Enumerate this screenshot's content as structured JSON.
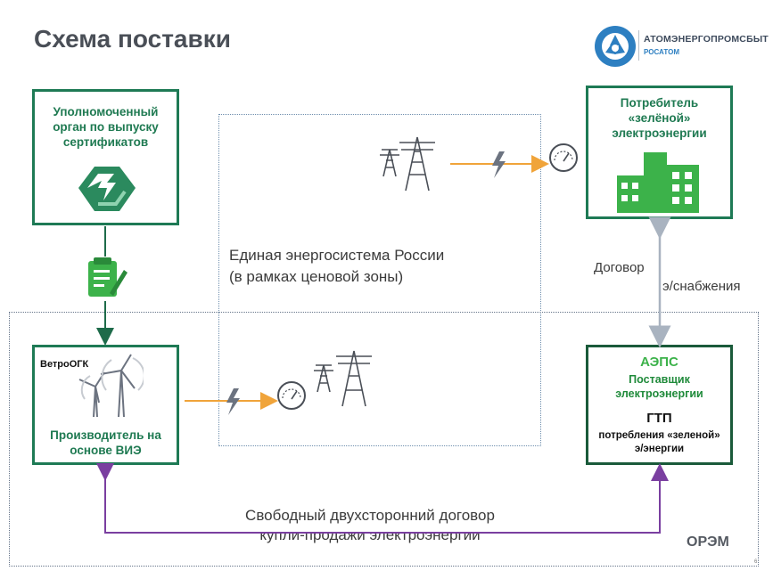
{
  "title": "Схема поставки",
  "logo": {
    "name": "АТОМЭНЕРГОПРОМСБЫТ",
    "sub": "РОСАТОМ",
    "icon": "rosatom-logo"
  },
  "cert_authority": {
    "label": "Уполномоченный орган по выпуску сертификатов",
    "icon": "certificate-authority-logo",
    "document_icon": "certificate-document-icon"
  },
  "consumer": {
    "label": "Потребитель «зелёной» электроэнергии",
    "icon": "green-buildings-icon"
  },
  "producer": {
    "badge": "ВетроОГК",
    "label": "Производитель на основе ВИЭ",
    "icon": "wind-turbines-icon"
  },
  "supplier": {
    "name": "АЭПС",
    "role": "Поставщик электроэнергии",
    "gtp": "ГТП",
    "gtp_desc": "потребления «зеленой» э/энергии"
  },
  "ues": {
    "label": "Единая энергосистема России\n(в рамках ценовой зоны)"
  },
  "supply_contract": {
    "part1": "Договор",
    "part2": "э/снабжения"
  },
  "bilateral_contract": "Свободный двухсторонний договор\nкупли-продажи электроэнергии",
  "market": "ОРЭМ",
  "page_number": "6",
  "colors": {
    "box_border": "#1e7a55",
    "energy_arrow": "#f0a43a",
    "contract_arrow": "#7a3fa0",
    "accent_green": "#1f7a52",
    "supplier_green": "#3cb24a"
  }
}
